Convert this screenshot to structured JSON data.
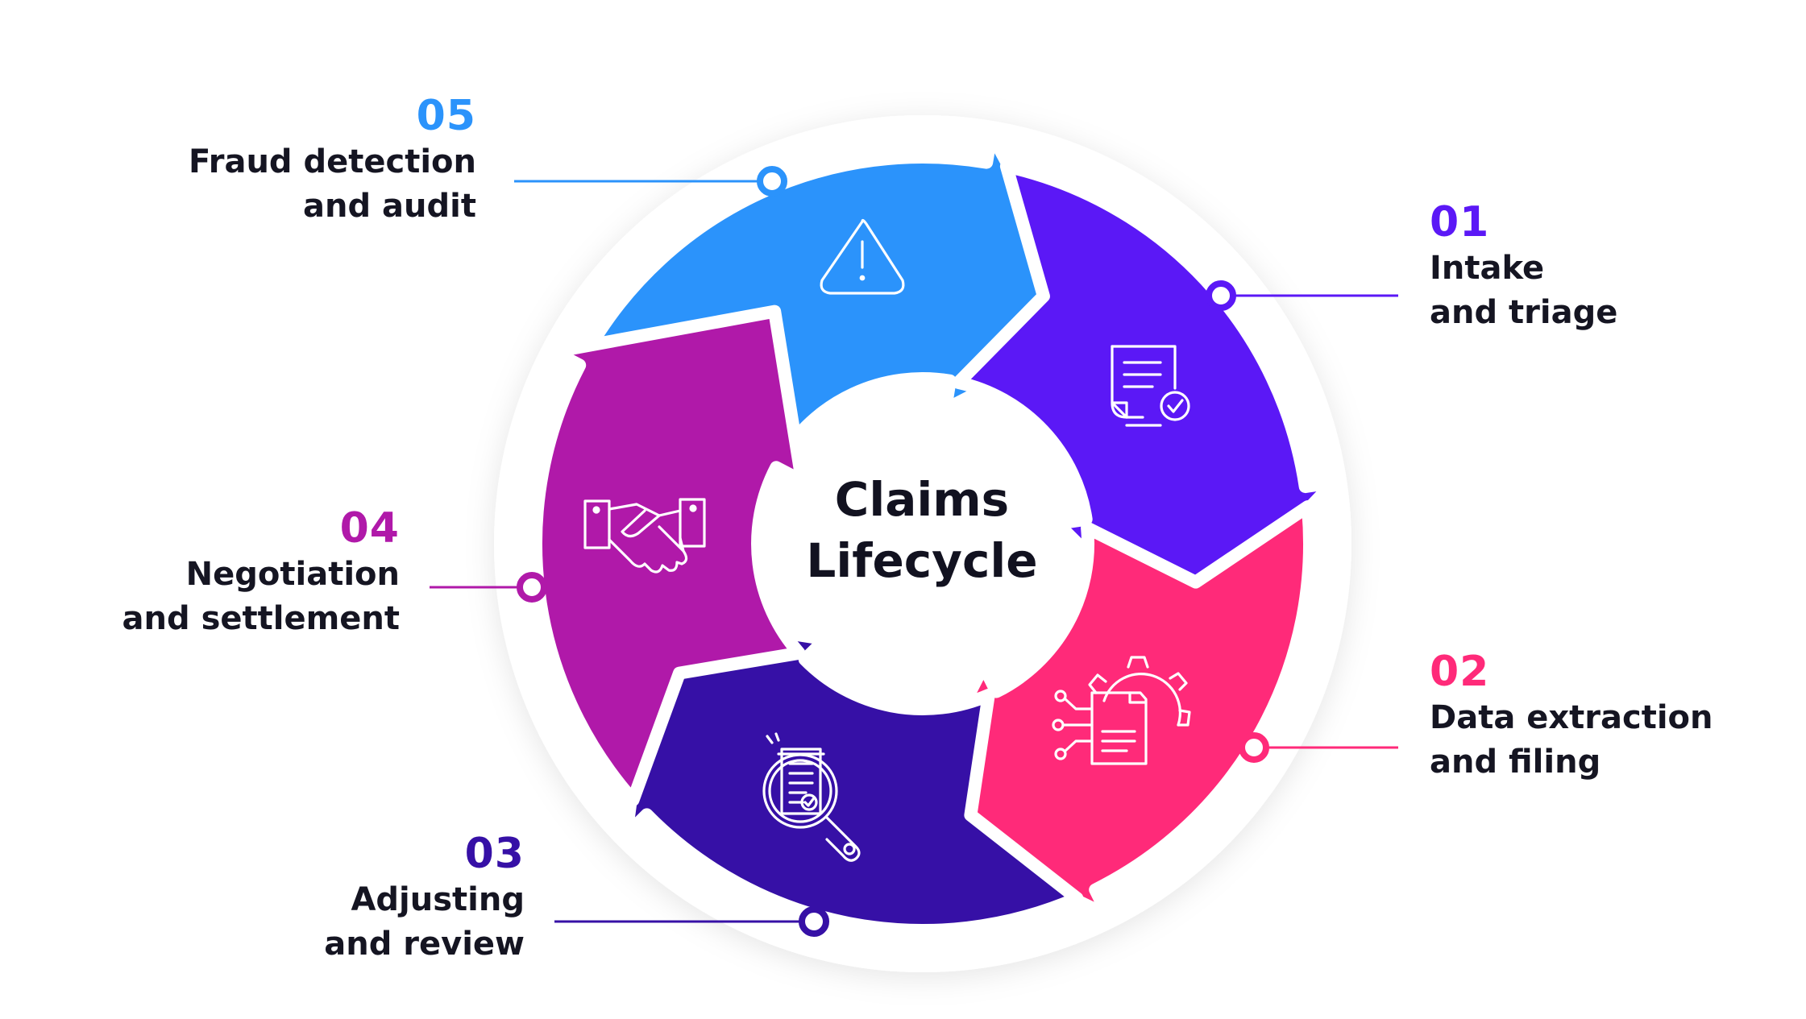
{
  "title": [
    "Claims",
    "Lifecycle"
  ],
  "colors": {
    "step1": "#5B18F6",
    "step2": "#FF2A79",
    "step3": "#3610A6",
    "step4": "#B019A9",
    "step5": "#2B93FB",
    "text": "#151522"
  },
  "steps": [
    {
      "num": "01",
      "line1": "Intake",
      "line2": "and triage",
      "icon": "document-check-icon"
    },
    {
      "num": "02",
      "line1": "Data extraction",
      "line2": "and filing",
      "icon": "document-gear-icon"
    },
    {
      "num": "03",
      "line1": "Adjusting",
      "line2": "and review",
      "icon": "document-magnifier-icon"
    },
    {
      "num": "04",
      "line1": "Negotiation",
      "line2": "and settlement",
      "icon": "handshake-icon"
    },
    {
      "num": "05",
      "line1": "Fraud detection",
      "line2": "and audit",
      "icon": "warning-triangle-icon"
    }
  ]
}
